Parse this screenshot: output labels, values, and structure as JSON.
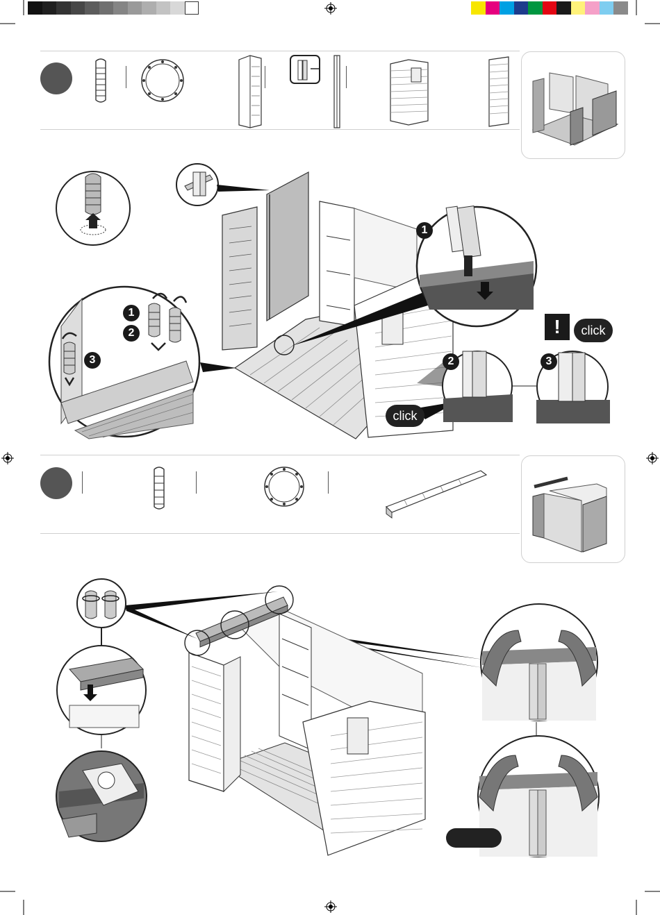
{
  "color_bar": {
    "gray_steps": [
      "#111111",
      "#1f1f1f",
      "#333333",
      "#474747",
      "#5c5c5c",
      "#707070",
      "#858585",
      "#9a9a9a",
      "#aeaeae",
      "#c3c3c3",
      "#d8d8d8",
      "#ffffff"
    ],
    "color_steps": [
      "#f7e600",
      "#e6007e",
      "#00a0e3",
      "#1e3c8c",
      "#009640",
      "#e30613",
      "#1a1a1a",
      "#fff27a",
      "#f5a0c8",
      "#7ecdf0",
      "#8a8a8a"
    ]
  },
  "step_1": {
    "callouts": [
      {
        "number": "1"
      },
      {
        "number": "2",
        "text": "click"
      },
      {
        "number": "3",
        "text": "click"
      }
    ],
    "inset_numbers": [
      "1",
      "2",
      "3"
    ],
    "warning_mark": "!"
  },
  "step_2": {},
  "colors": {
    "badge": "#555555",
    "ink": "#1a1a1a",
    "rule": "#cfcfcf"
  }
}
